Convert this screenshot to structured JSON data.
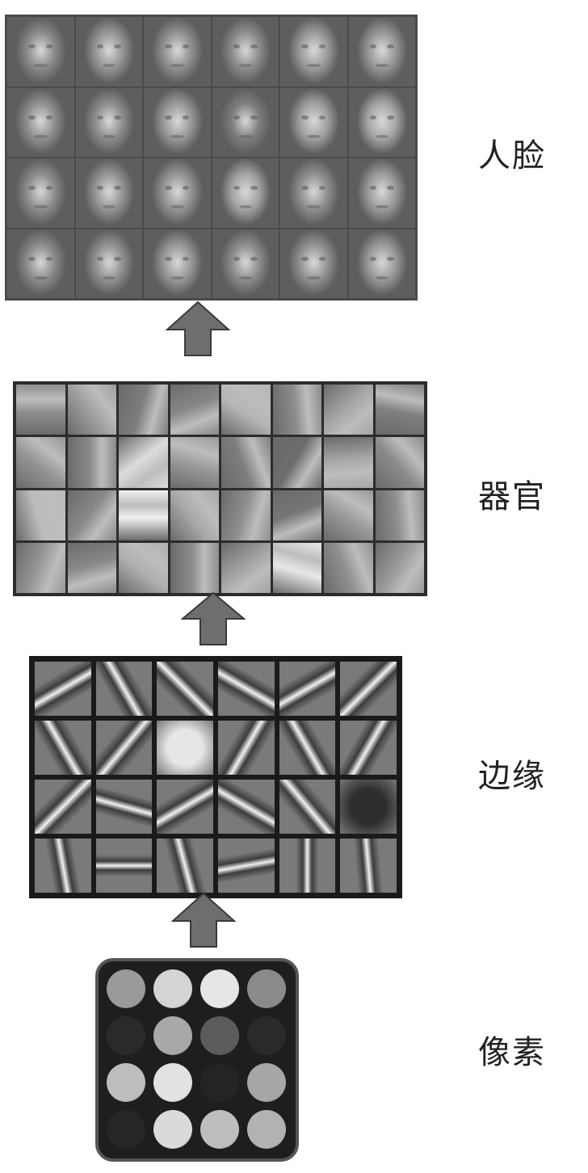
{
  "levels": [
    {
      "label": "人脸"
    },
    {
      "label": "器官"
    },
    {
      "label": "边缘"
    },
    {
      "label": "像素"
    }
  ],
  "faces_grid": {
    "rows": 4,
    "cols": 6,
    "shades": [
      [
        "#8a8a8a",
        "#959595",
        "#909090",
        "#8c8c8c",
        "#9a9a9a",
        "#979797"
      ],
      [
        "#8f8f8f",
        "#8d8d8d",
        "#989898",
        "#7e7e7e",
        "#a0a0a0",
        "#a6a6a6"
      ],
      [
        "#8c8c8c",
        "#949494",
        "#939393",
        "#a3a3a3",
        "#8e8e8e",
        "#9a9a9a"
      ],
      [
        "#8b8b8b",
        "#909090",
        "#979797",
        "#8d8d8d",
        "#929292",
        "#999999"
      ]
    ]
  },
  "organs_grid": {
    "rows": 4,
    "cols": 8,
    "shades": [
      [
        "#8f8f8f",
        "#9e9e9e",
        "#7d7d7d",
        "#888888",
        "#b5b5b5",
        "#8c8c8c",
        "#a4a4a4",
        "#7f7f7f"
      ],
      [
        "#959595",
        "#8a8a8a",
        "#dcdcdc",
        "#9a9a9a",
        "#7e7e7e",
        "#6c6c6c",
        "#a8a8a8",
        "#8b8b8b"
      ],
      [
        "#bcbcbc",
        "#888888",
        "#f0f0f0",
        "#a9a9a9",
        "#8e8e8e",
        "#767676",
        "#999999",
        "#8f8f8f"
      ],
      [
        "#969696",
        "#8a8a8a",
        "#b0b0b0",
        "#8d8d8d",
        "#a0a0a0",
        "#e8e8e8",
        "#909090",
        "#9a9a9a"
      ]
    ]
  },
  "edges_grid": {
    "rows": 4,
    "cols": 6,
    "angles": [
      [
        60,
        -30,
        -45,
        -60,
        60,
        45
      ],
      [
        -30,
        40,
        0,
        30,
        -30,
        30
      ],
      [
        45,
        -75,
        60,
        -60,
        -40,
        0
      ],
      [
        -10,
        90,
        -15,
        80,
        0,
        -5
      ]
    ],
    "special": [
      [
        1,
        2,
        "#e6e6e6"
      ],
      [
        2,
        5,
        "#2e2e2e"
      ]
    ]
  },
  "pixels_grid": {
    "rows": 4,
    "cols": 4,
    "shades": [
      [
        "#9a9a9a",
        "#d4d4d4",
        "#e6e6e6",
        "#8a8a8a"
      ],
      [
        "#2a2a2a",
        "#a8a8a8",
        "#5c5c5c",
        "#2a2a2a"
      ],
      [
        "#bdbdbd",
        "#e2e2e2",
        "#242424",
        "#a6a6a6"
      ],
      [
        "#262626",
        "#dadada",
        "#bebebe",
        "#b2b2b2"
      ]
    ]
  }
}
